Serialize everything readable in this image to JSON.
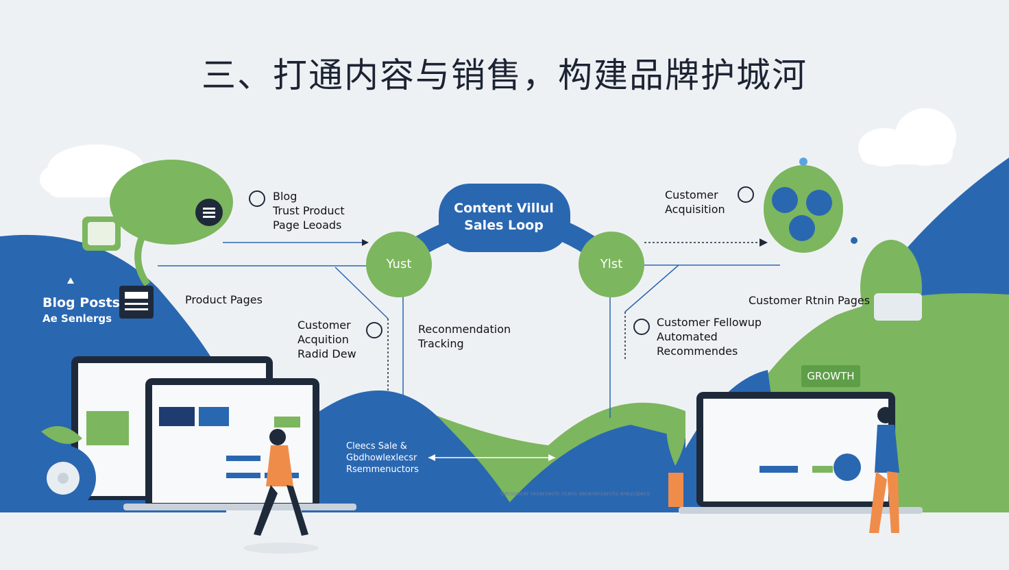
{
  "title": "三、打通内容与销售，构建品牌护城河",
  "loop": {
    "line1": "Content Villul",
    "line2": "Sales Loop"
  },
  "nodes": {
    "left": "Yust",
    "right": "Ylst"
  },
  "labels": {
    "blog_trust": [
      "Blog",
      "Trust Product",
      "Page Leoads"
    ],
    "customer_acquisition_top": [
      "Customer",
      "Acquisition"
    ],
    "blog_posts": [
      "Blog Posts",
      "Ae Senlergs"
    ],
    "product_pages": "Product Pages",
    "customer_acquition_radio": [
      "Customer",
      "Acquition",
      "Radid Dew"
    ],
    "recommendation_tracking": [
      "Reconmendation",
      "Tracking"
    ],
    "customer_fellowup": [
      "Customer Fellowup",
      "Automated",
      "Recommendes"
    ],
    "customer_rtnin_pages": "Customer Rtnin Pages",
    "closes_sale": [
      "Cleecs Sale &",
      "Gbdhowlexlecsr",
      "Rsemmenuctors"
    ],
    "growth": "GROWTH",
    "footer_note": "Cecsoncer recervecin ncevs secerencarchs ereuclpecs"
  },
  "colors": {
    "blue": "#2a67b1",
    "green": "#7cb65e",
    "dark": "#1e2a3a",
    "orange": "#f08c4a"
  },
  "icons": [
    "menu-icon",
    "check-circle-icon",
    "briefcase-icon",
    "cloud-icon",
    "plant-icon",
    "laptop-icon",
    "person-icon"
  ]
}
